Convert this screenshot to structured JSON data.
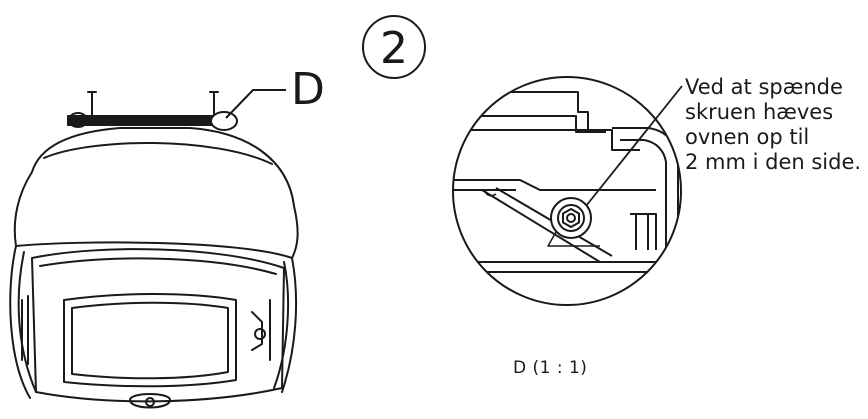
{
  "step_number": "2",
  "callout_letter": "D",
  "detail_note": {
    "lines": [
      "Ved at spænde",
      "skruen hæves",
      "ovnen op til",
      "2 mm i den side."
    ]
  },
  "detail_scale_label": "D (1 : 1)",
  "colors": {
    "ink": "#1a1a1a",
    "paper": "#ffffff",
    "fill_gray": "#d9d9d9"
  },
  "icons": [
    "stove-outline-drawing",
    "detail-circle-magnified-view",
    "hex-socket-screw"
  ]
}
